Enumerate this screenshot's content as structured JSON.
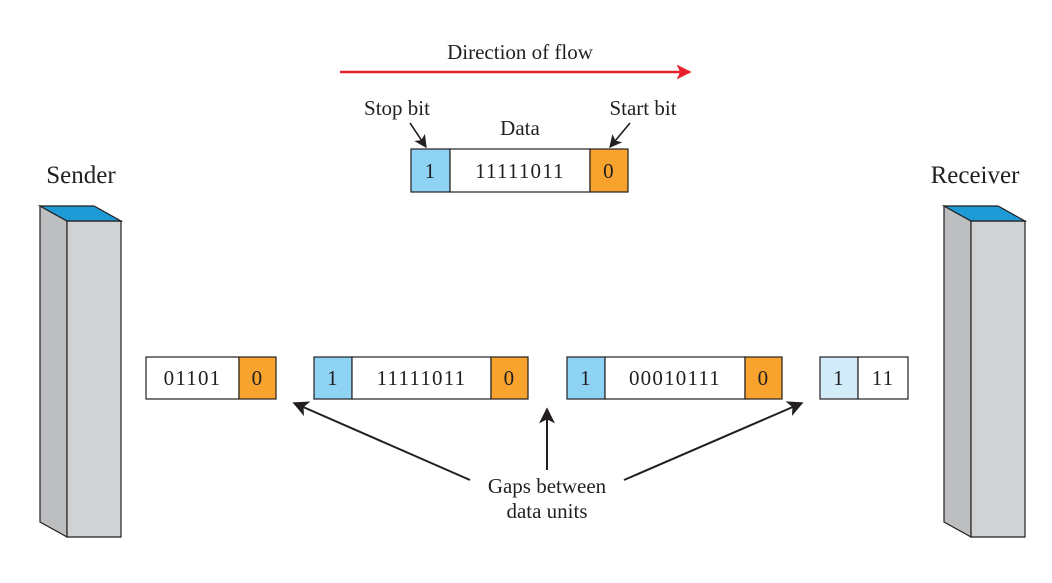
{
  "title": "Direction of flow",
  "labels": {
    "stop_bit": "Stop bit",
    "data": "Data",
    "start_bit": "Start bit",
    "sender": "Sender",
    "receiver": "Receiver",
    "gaps_line1": "Gaps between",
    "gaps_line2": "data units"
  },
  "top_frame": {
    "stop": "1",
    "data": "11111011",
    "start": "0"
  },
  "stream": {
    "frame1": {
      "data": "01101",
      "start": "0"
    },
    "frame2": {
      "stop": "1",
      "data": "11111011",
      "start": "0"
    },
    "frame3": {
      "stop": "1",
      "data": "00010111",
      "start": "0"
    },
    "frame4": {
      "stop": "1",
      "data": "11"
    }
  },
  "colors": {
    "stop_bit": "#8fd3f4",
    "stop_bit_light": "#d2ecfa",
    "start_bit": "#f7a32d",
    "flow_arrow": "#e8212a",
    "device_face": "#d1d2d4",
    "device_top": "#1e9bd7"
  }
}
